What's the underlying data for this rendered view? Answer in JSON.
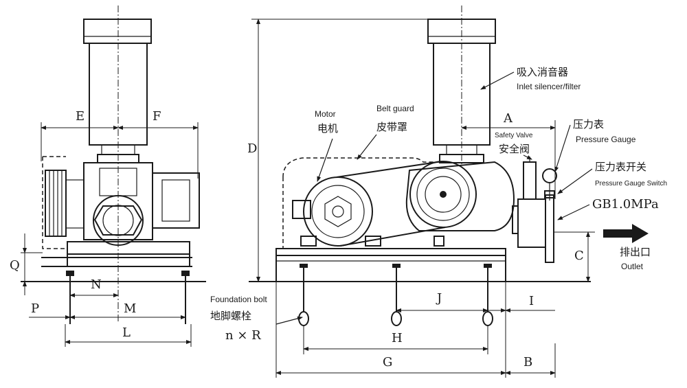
{
  "dimensions": {
    "A": "A",
    "B": "B",
    "C": "C",
    "D": "D",
    "E": "E",
    "F": "F",
    "G": "G",
    "H": "H",
    "I": "I",
    "J": "J",
    "L": "L",
    "M": "M",
    "N": "N",
    "P": "P",
    "Q": "Q"
  },
  "callouts": {
    "inlet_cn": "吸入消音器",
    "inlet_en": "Inlet silencer/filter",
    "motor_en": "Motor",
    "motor_cn": "电机",
    "belt_en": "Belt guard",
    "belt_cn": "皮带罩",
    "safety_en": "Safety Valve",
    "safety_cn": "安全阀",
    "gauge_cn": "压力表",
    "gauge_en": "Pressure Gauge",
    "switch_cn": "压力表开关",
    "switch_en": "Pressure Gauge Switch",
    "pressure": "GB1.0MPa",
    "outlet_cn": "排出口",
    "outlet_en": "Outlet",
    "bolt_en": "Foundation bolt",
    "bolt_cn": "地脚螺栓",
    "bolt_qty": "n × R"
  }
}
